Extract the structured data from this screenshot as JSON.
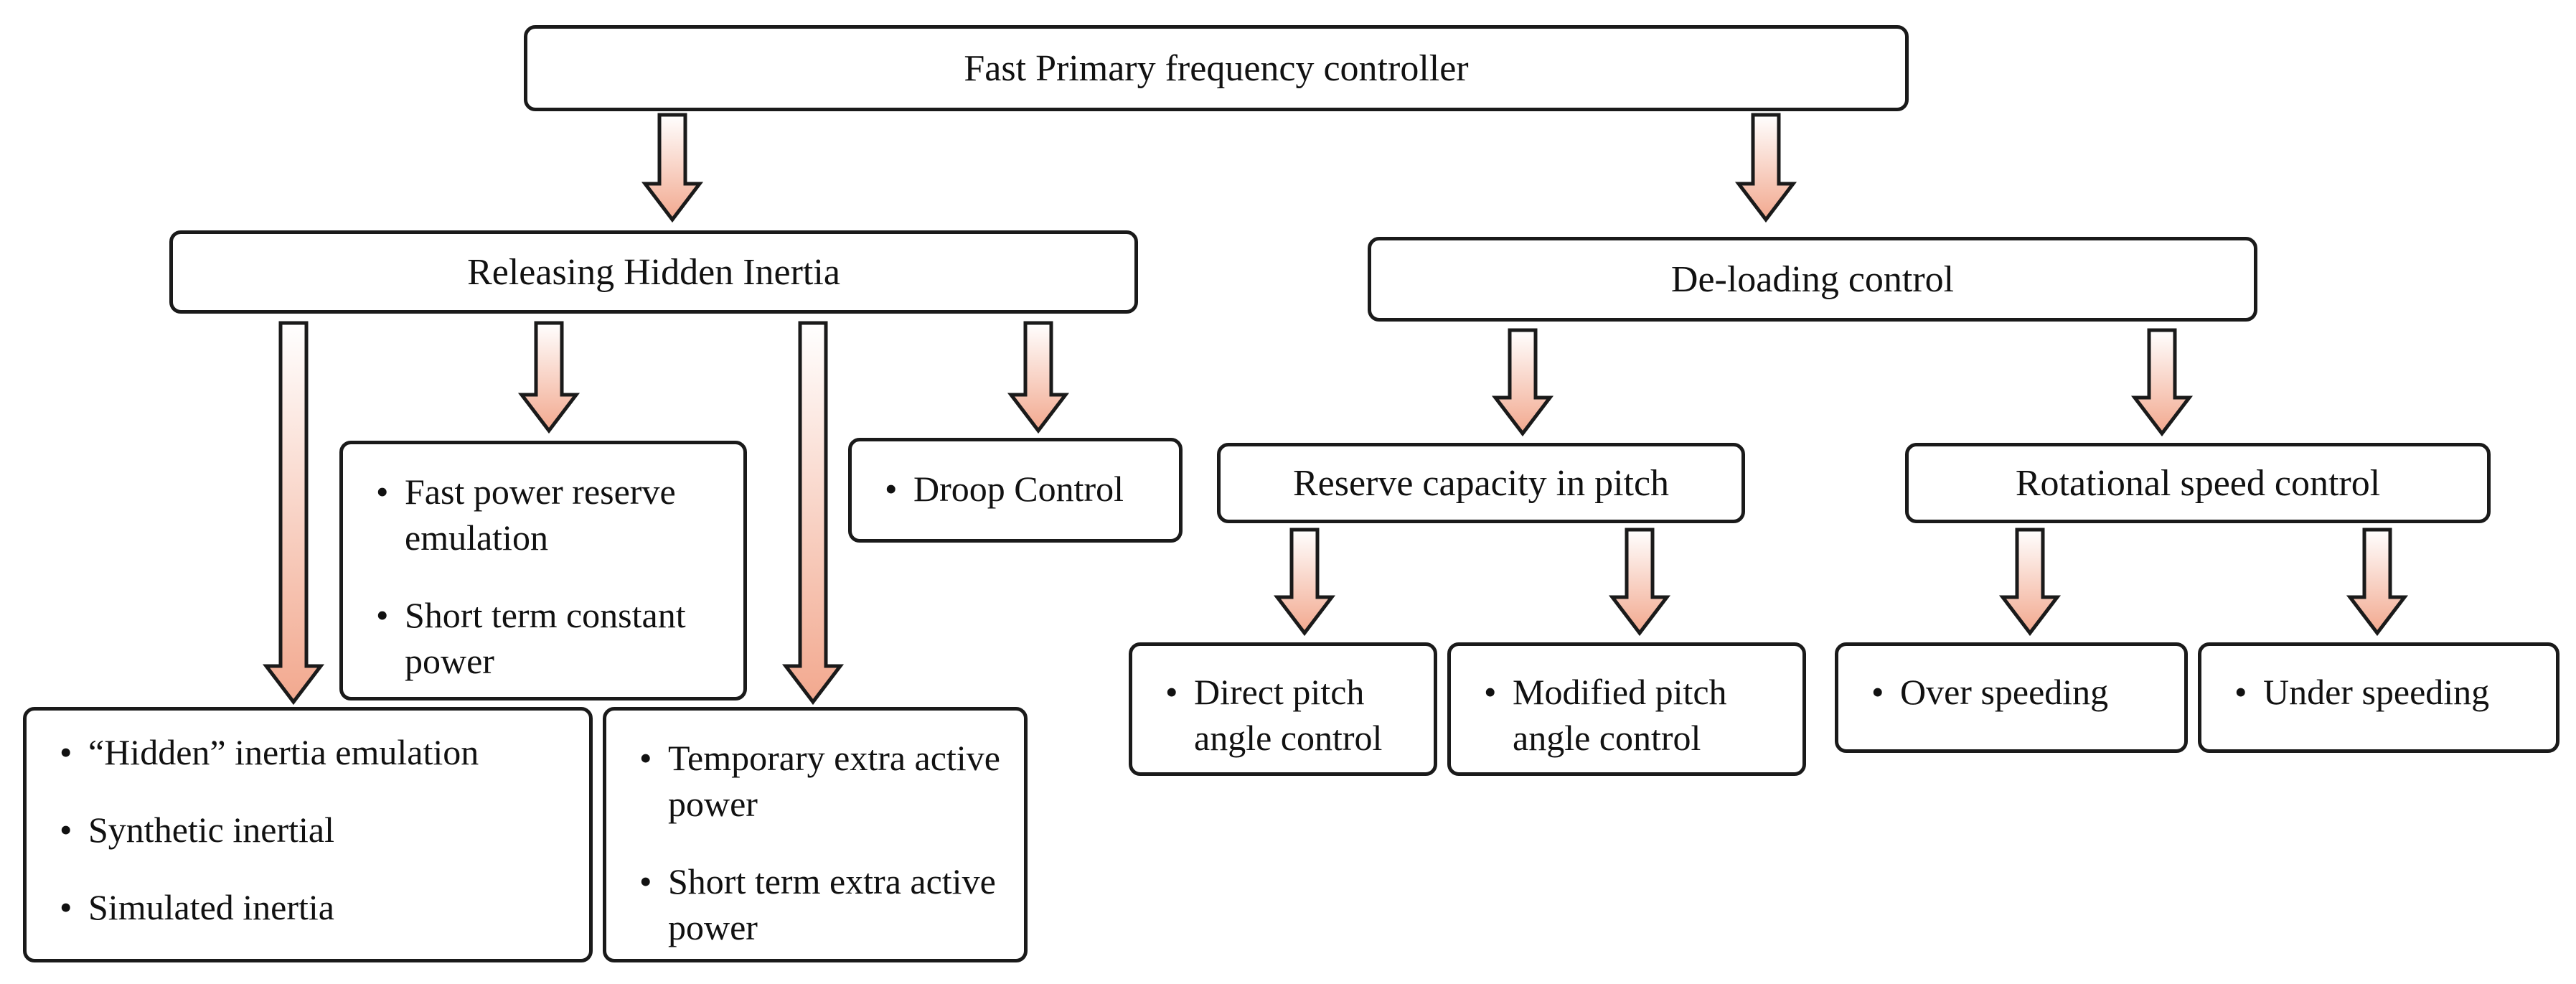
{
  "nodes": {
    "root": "Fast Primary frequency controller",
    "hidden_inertia": "Releasing Hidden Inertia",
    "deloading": "De-loading control",
    "reserve_pitch": "Reserve capacity in pitch",
    "rotational_speed": "Rotational speed control"
  },
  "lists": {
    "inertia": [
      "“Hidden” inertia emulation",
      "Synthetic inertial",
      "Simulated inertia"
    ],
    "fast_power": [
      "Fast power reserve emulation",
      "Short term constant power"
    ],
    "temporary": [
      "Temporary extra active power",
      "Short term extra active power"
    ],
    "droop": [
      "Droop Control"
    ],
    "direct_pitch": [
      "Direct pitch angle control"
    ],
    "modified_pitch": [
      "Modified pitch angle control"
    ],
    "over_speed": [
      "Over speeding"
    ],
    "under_speed": [
      "Under speeding"
    ]
  },
  "colors": {
    "arrow_top": "#ffffff",
    "arrow_bottom": "#f2a88e",
    "border": "#1a1a1a"
  }
}
